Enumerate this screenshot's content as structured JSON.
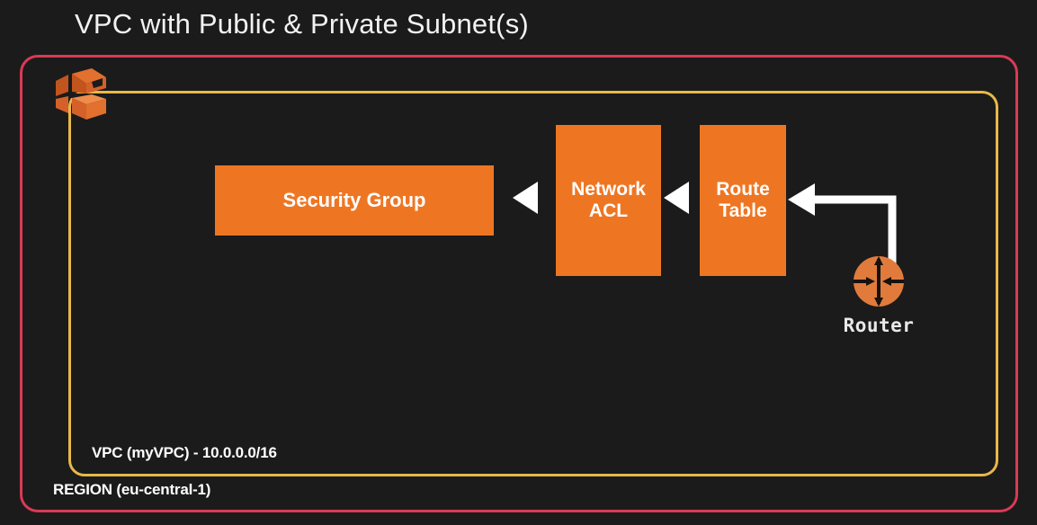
{
  "title": "VPC with Public & Private Subnet(s)",
  "colors": {
    "background": "#1b1b1b",
    "region_border": "#d93a55",
    "vpc_border": "#e8b84b",
    "service_box": "#ee7623",
    "arrow": "#ffffff",
    "text": "#ffffff",
    "router_fill": "#e07b3c"
  },
  "region": {
    "label": "REGION (eu-central-1)",
    "name": "eu-central-1"
  },
  "vpc": {
    "label": "VPC (myVPC) - 10.0.0.0/16",
    "name": "myVPC",
    "cidr": "10.0.0.0/16",
    "icon": "vpc-cube-icon"
  },
  "nodes": {
    "security_group": {
      "label": "Security Group",
      "lines": [
        "Security Group"
      ]
    },
    "network_acl": {
      "label": "Network ACL",
      "line1": "Network",
      "line2": "ACL"
    },
    "route_table": {
      "label": "Route Table",
      "line1": "Route",
      "line2": "Table"
    },
    "router": {
      "label": "Router",
      "icon": "router-circle-arrows-icon"
    }
  },
  "connections": [
    {
      "from": "network_acl",
      "to": "security_group",
      "style": "arrow-left"
    },
    {
      "from": "route_table",
      "to": "network_acl",
      "style": "arrow-left"
    },
    {
      "from": "router",
      "to": "route_table",
      "style": "elbow-arrow-left"
    }
  ]
}
